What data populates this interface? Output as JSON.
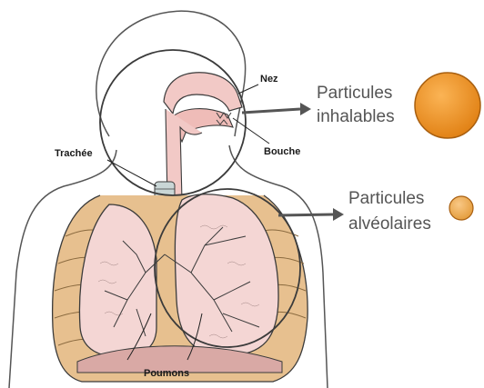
{
  "labels": {
    "nose": "Nez",
    "mouth": "Bouche",
    "trachea": "Trachée",
    "lungs": "Poumons"
  },
  "categories": {
    "inhalable_line1": "Particules",
    "inhalable_line2": "inhalables",
    "alveolar_line1": "Particules",
    "alveolar_line2": "alvéolaires"
  },
  "colors": {
    "particle_fill": "#f29a2e",
    "particle_stroke": "#a85f10",
    "alveolar_fill": "#f4b35c",
    "tissue": "#f2c9c6",
    "outline": "#3b3b3b",
    "label_text": "#555555"
  }
}
